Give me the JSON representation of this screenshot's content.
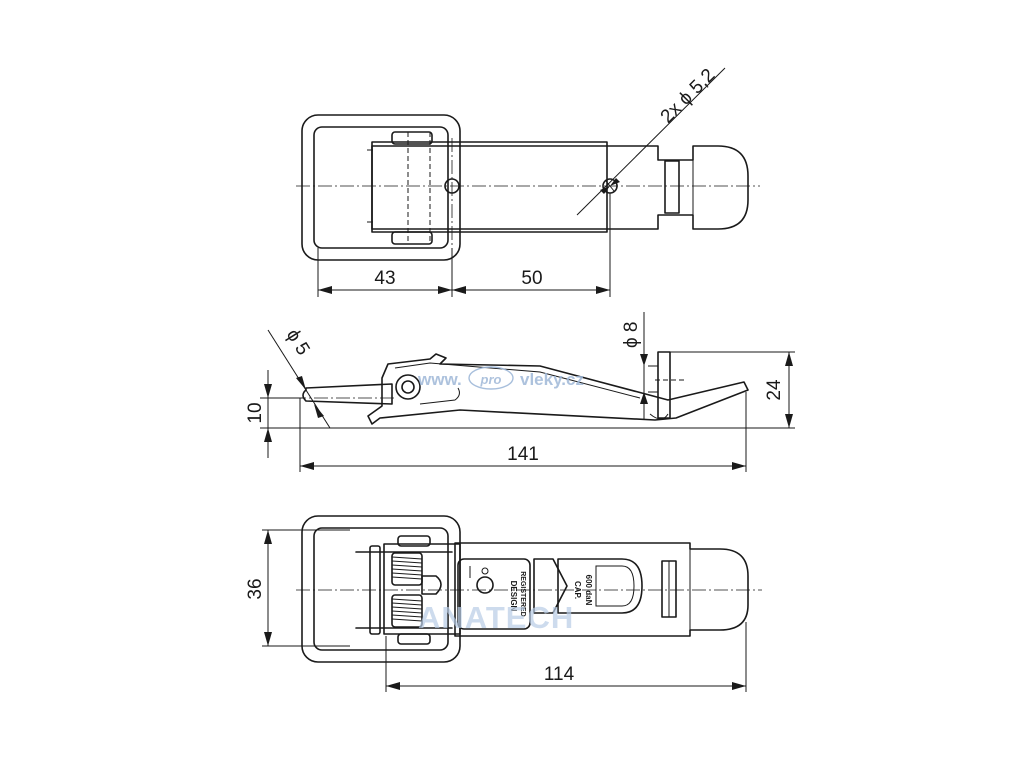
{
  "views": {
    "top": {
      "dims": {
        "d1": "43",
        "d2": "50",
        "hole": "2x ϕ 5,2"
      }
    },
    "side": {
      "dims": {
        "length": "141",
        "height": "10",
        "hook_height": "24",
        "hole": "ϕ 5",
        "pin": "ϕ 8"
      }
    },
    "bottom": {
      "dims": {
        "width": "36",
        "length": "114"
      },
      "plate": {
        "l1": "DESIGN",
        "l2": "REGISTERED",
        "c1": "CAP.",
        "c2": "600 daN"
      }
    }
  },
  "watermarks": {
    "site": "www.",
    "site_tag": "pro",
    "site_name": "vleky.cz",
    "brand": "ANATECH"
  },
  "colors": {
    "line": "#1a1a1a",
    "watermark": "#9fb8d8"
  }
}
